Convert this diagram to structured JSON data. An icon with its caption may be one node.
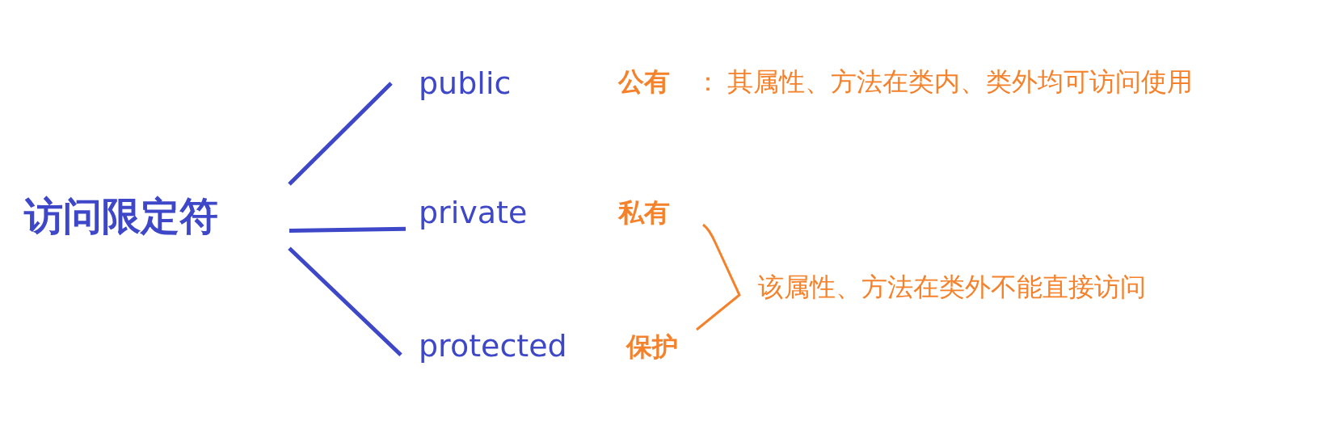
{
  "diagram": {
    "nodes": [
      {
        "text": [
          "访问限定符"
        ]
      },
      {
        "text": [
          "public"
        ]
      },
      {
        "text": [
          "private"
        ]
      },
      {
        "text": [
          "protected"
        ]
      }
    ],
    "edges": [
      {
        "from": 0,
        "to": 1,
        "arrow": "none"
      },
      {
        "from": 0,
        "to": 2,
        "arrow": "none"
      },
      {
        "from": 0,
        "to": 3,
        "arrow": "none"
      }
    ],
    "labels": [
      "公有",
      "：",
      "其属性、方法在类内、类外均可访问使用",
      "私有",
      "保护",
      "该属性、方法在类外不能直接访问"
    ]
  }
}
